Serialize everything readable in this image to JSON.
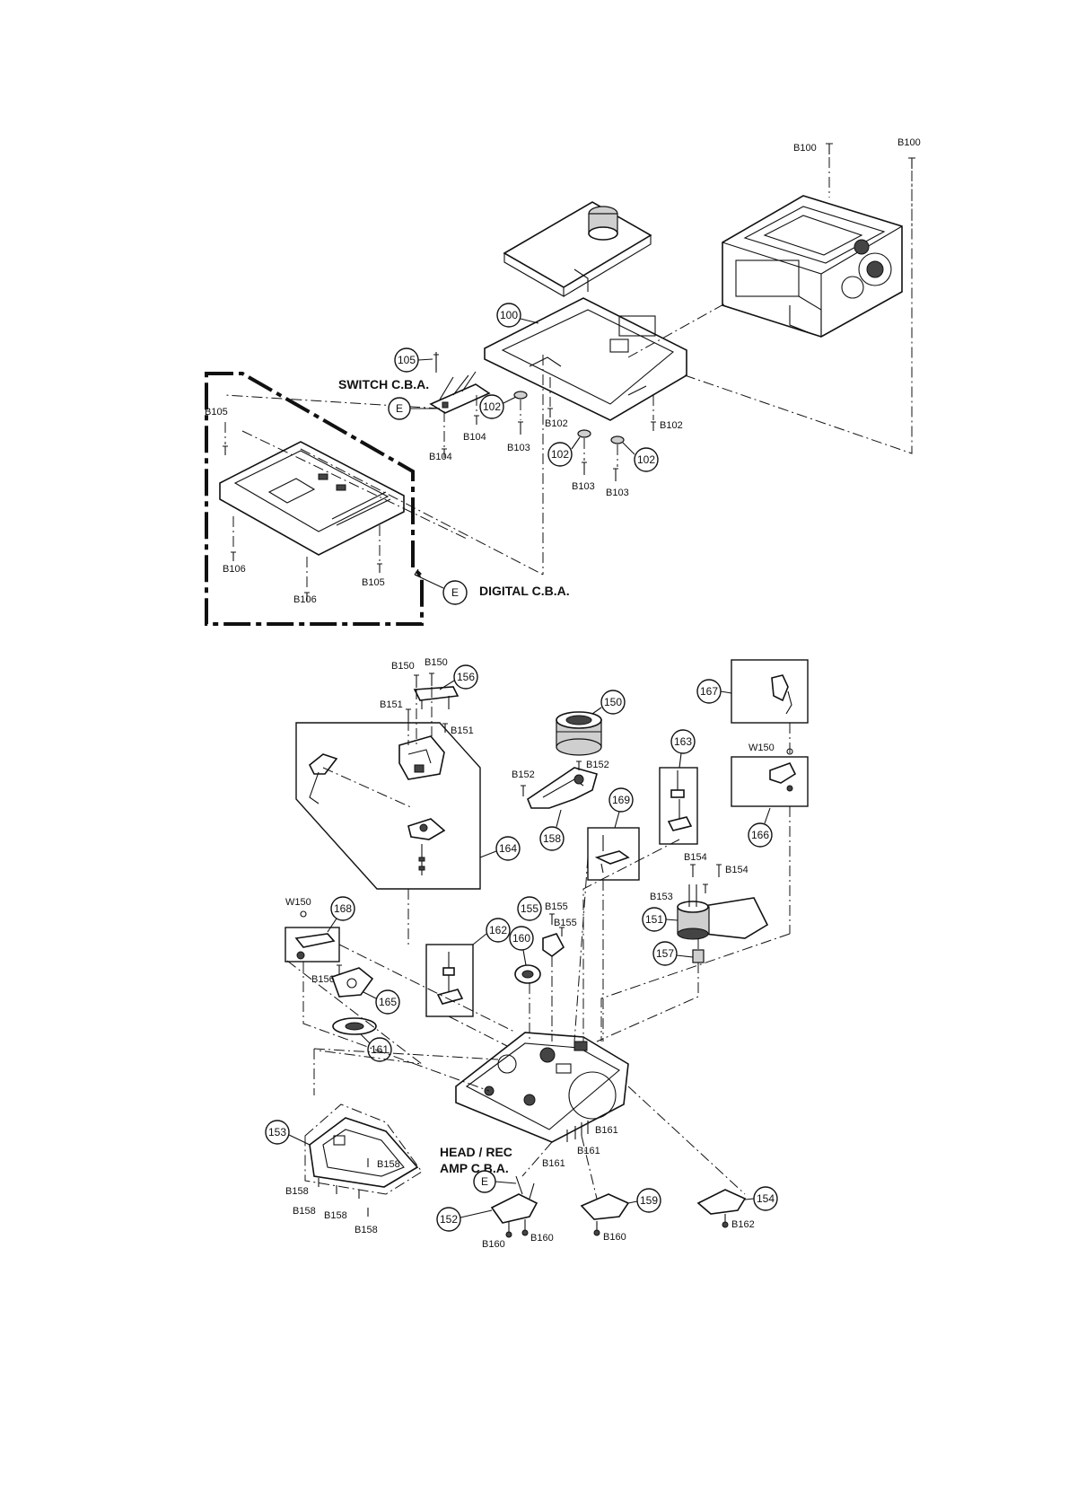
{
  "labels": {
    "b100a": "B100",
    "b100b": "B100",
    "b102a": "B102",
    "b102b": "B102",
    "b103a": "B103",
    "b103b": "B103",
    "b103c": "B103",
    "b104a": "B104",
    "b104b": "B104",
    "b105a": "B105",
    "b105b": "B105",
    "b106a": "B106",
    "b106b": "B106",
    "b150a": "B150",
    "b150b": "B150",
    "b151a": "B151",
    "b151b": "B151",
    "b152a": "B152",
    "b152b": "B152",
    "b153": "B153",
    "b154a": "B154",
    "b154b": "B154",
    "b155a": "B155",
    "b155b": "B155",
    "b156": "B156",
    "b158a": "B158",
    "b158b": "B158",
    "b158c": "B158",
    "b158d": "B158",
    "b158e": "B158",
    "b160a": "B160",
    "b160b": "B160",
    "b160c": "B160",
    "b161a": "B161",
    "b161b": "B161",
    "b161c": "B161",
    "b162": "B162",
    "w150a": "W150",
    "w150b": "W150"
  },
  "callouts": {
    "c100": "100",
    "c105": "105",
    "c102a": "102",
    "c102b": "102",
    "c102c": "102",
    "e1": "E",
    "e2": "E",
    "e3": "E",
    "c150": "150",
    "c151": "151",
    "c152": "152",
    "c153": "153",
    "c154": "154",
    "c155": "155",
    "c156": "156",
    "c157": "157",
    "c158": "158",
    "c159": "159",
    "c160": "160",
    "c161": "161",
    "c162": "162",
    "c163": "163",
    "c164": "164",
    "c165": "165",
    "c166": "166",
    "c167": "167",
    "c168": "168",
    "c169": "169"
  },
  "boards": {
    "switch": "SWITCH C.B.A.",
    "digital": "DIGITAL C.B.A.",
    "head_line1": "HEAD / REC",
    "head_line2": "AMP C.B.A."
  }
}
